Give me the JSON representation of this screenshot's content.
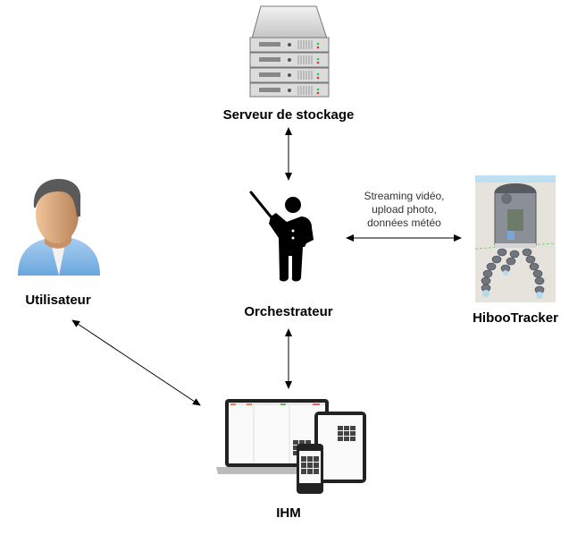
{
  "nodes": {
    "server": {
      "label": "Serveur de stockage",
      "icon": "server-rack-icon"
    },
    "orchestrator": {
      "label": "Orchestrateur",
      "icon": "presenter-person-icon"
    },
    "user": {
      "label": "Utilisateur",
      "icon": "user-avatar-icon"
    },
    "tracker": {
      "label": "HibooTracker",
      "icon": "tracker-device-icon"
    },
    "ihm": {
      "label": "IHM",
      "icon": "devices-icon"
    }
  },
  "edges": [
    {
      "from": "server",
      "to": "orchestrator",
      "direction": "both",
      "label": ""
    },
    {
      "from": "orchestrator",
      "to": "tracker",
      "direction": "both",
      "label": "Streaming vidéo,\nupload photo,\ndonnées météo"
    },
    {
      "from": "orchestrator",
      "to": "ihm",
      "direction": "both",
      "label": ""
    },
    {
      "from": "user",
      "to": "ihm",
      "direction": "both",
      "label": ""
    }
  ],
  "colors": {
    "arrow": "#000000",
    "text": "#000000",
    "edge_label": "#333333"
  }
}
